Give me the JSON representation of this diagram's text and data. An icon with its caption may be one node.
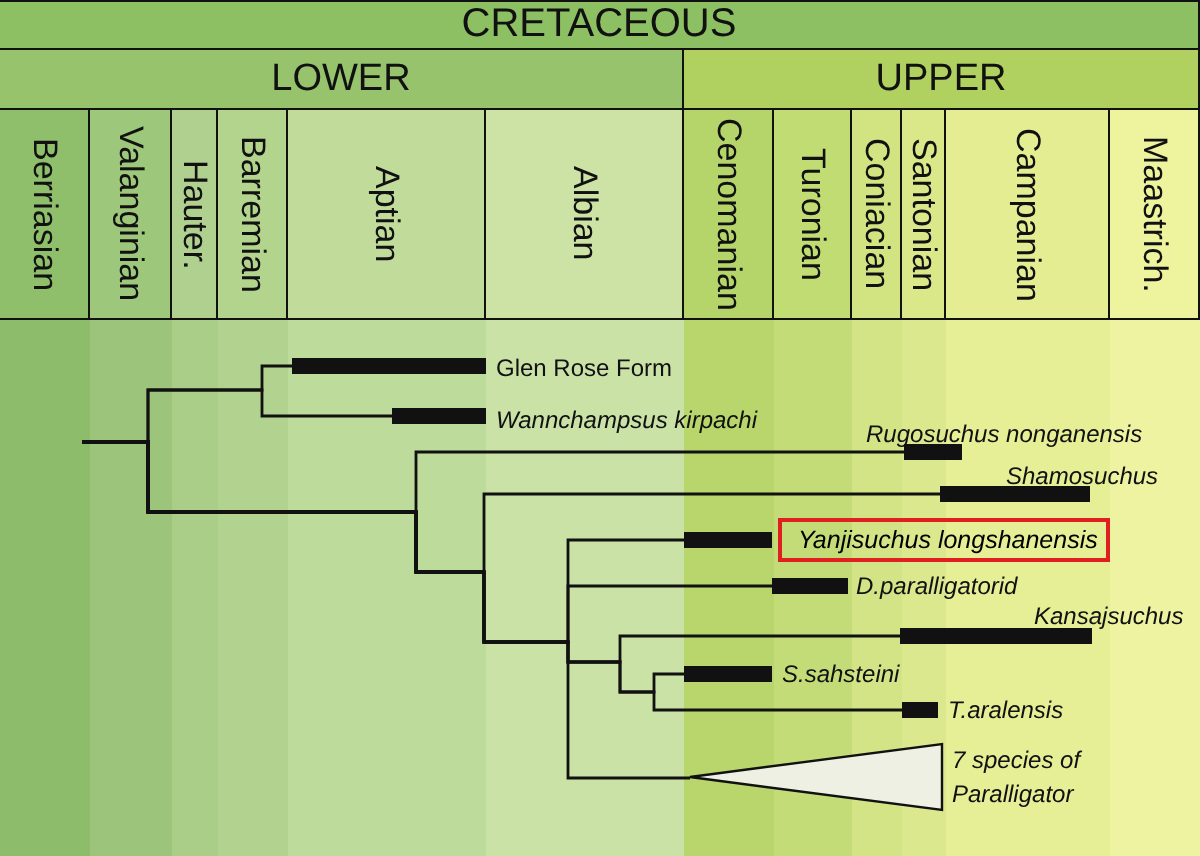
{
  "diagram": {
    "nodes": [
      {
        "text": [
          "CRETACEOUS"
        ]
      },
      {
        "text": [
          "LOWER"
        ]
      },
      {
        "text": [
          "UPPER"
        ]
      },
      {
        "text": [
          "Berriasian"
        ]
      },
      {
        "text": [
          "Valanginian"
        ]
      },
      {
        "text": [
          "Hauter."
        ]
      },
      {
        "text": [
          "Barremian"
        ]
      },
      {
        "text": [
          "Aptian"
        ]
      },
      {
        "text": [
          "Albian"
        ]
      },
      {
        "text": [
          "Cenomanian"
        ]
      },
      {
        "text": [
          "Turonian"
        ]
      },
      {
        "text": [
          "Coniacian"
        ]
      },
      {
        "text": [
          "Santonian"
        ]
      },
      {
        "text": [
          "Campanian"
        ]
      },
      {
        "text": [
          "Maastrich."
        ]
      },
      {
        "text": [],
        "shape": "bar",
        "beside": [
          "Glen Rose Form"
        ]
      },
      {
        "text": [],
        "shape": "bar",
        "beside": [
          "Wannchampsus kirpachi"
        ]
      },
      {
        "text": [],
        "shape": "bar",
        "beside": [
          "Rugosuchus nonganensis"
        ]
      },
      {
        "text": [],
        "shape": "bar",
        "beside": [
          "Shamosuchus"
        ]
      },
      {
        "text": [],
        "shape": "bar"
      },
      {
        "text": [
          "Yanjisuchus longshanensis"
        ]
      },
      {
        "text": [],
        "shape": "bar",
        "beside": [
          "D.paralligatorid"
        ]
      },
      {
        "text": [],
        "shape": "bar",
        "beside": [
          "Kansajsuchus"
        ]
      },
      {
        "text": [],
        "shape": "bar",
        "beside": [
          "S.sahsteini"
        ]
      },
      {
        "text": [],
        "shape": "bar",
        "beside": [
          "T.aralensis"
        ]
      },
      {
        "text": [],
        "shape": "triangle",
        "beside": [
          "7 species of Paralligator"
        ]
      }
    ],
    "edges": [
      {
        "from": null,
        "to": 15,
        "arrow": "none"
      },
      {
        "from": null,
        "to": 16,
        "arrow": "none"
      },
      {
        "from": null,
        "to": 17,
        "arrow": "none"
      },
      {
        "from": null,
        "to": 18,
        "arrow": "none"
      },
      {
        "from": null,
        "to": 19,
        "arrow": "none"
      },
      {
        "from": null,
        "to": 21,
        "arrow": "none"
      },
      {
        "from": null,
        "to": 22,
        "arrow": "none"
      },
      {
        "from": null,
        "to": 23,
        "arrow": "none"
      },
      {
        "from": null,
        "to": 24,
        "arrow": "none"
      },
      {
        "from": null,
        "to": 25,
        "arrow": "none"
      }
    ]
  }
}
